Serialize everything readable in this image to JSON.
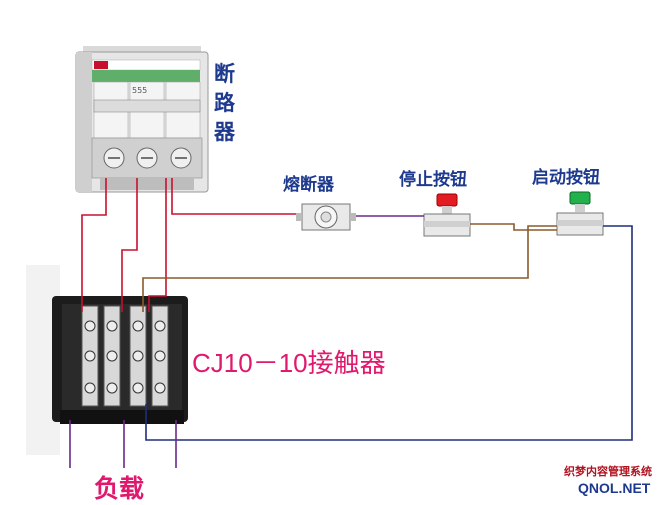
{
  "labels": {
    "breaker": "断路器",
    "fuse": "熔断器",
    "stop_button": "停止按钮",
    "start_button": "启动按钮",
    "contactor": "CJ10－10接触器",
    "load": "负载"
  },
  "breaker_face_text": "555",
  "watermark": {
    "cn": "织梦内容管理系统",
    "en": "QNOL.NET"
  },
  "colors": {
    "label_blue": "#1e3a8f",
    "label_magenta": "#e0196e",
    "wire_red": "#c8102e",
    "wire_purple": "#6a2a8a",
    "wire_brown": "#8a5a2a",
    "wire_navy": "#1f2f7a",
    "stop_button": "#e31b23",
    "start_button": "#22b14c"
  }
}
